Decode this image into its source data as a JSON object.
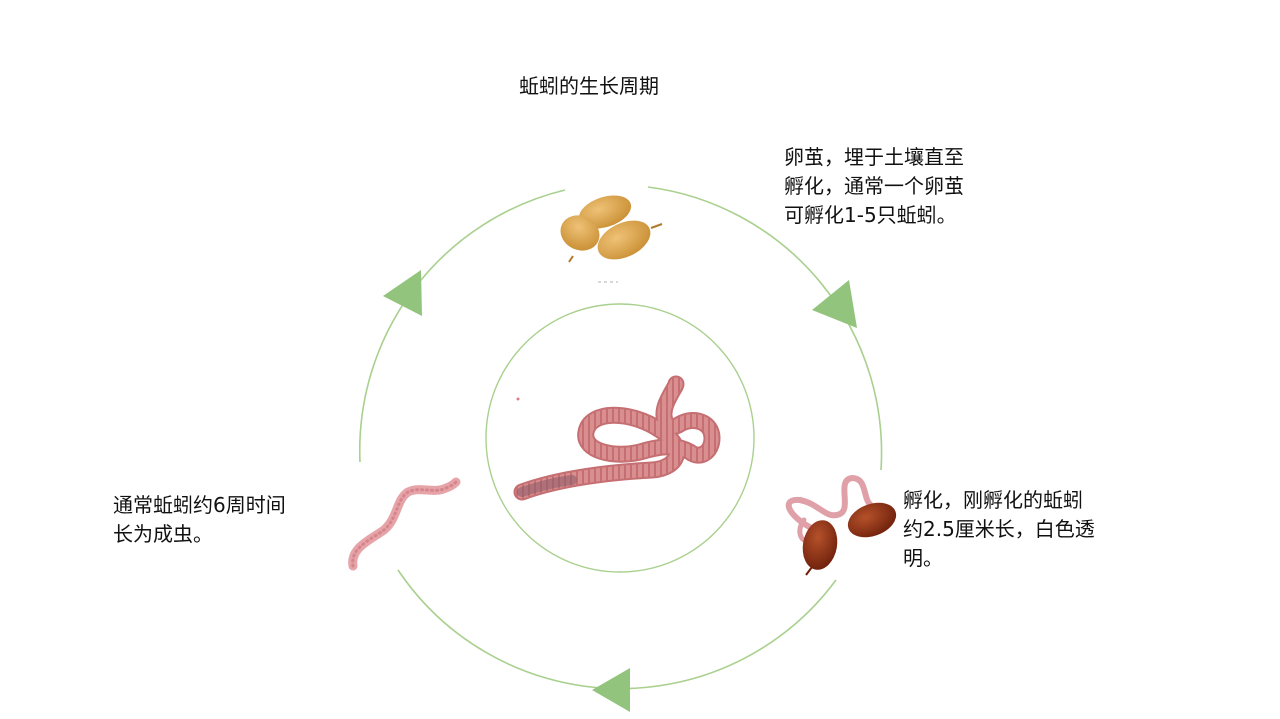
{
  "title": "蚯蚓的生长周期",
  "stages": {
    "cocoon": {
      "caption_lines": [
        "卵茧，埋于土壤直至",
        "孵化，通常一个卵茧",
        "可孵化1-5只蚯蚓。"
      ]
    },
    "hatchling": {
      "caption_lines": [
        "孵化，刚孵化的蚯蚓",
        "约2.5厘米长，白色透",
        "明。"
      ]
    },
    "adult": {
      "caption_lines": [
        "通常蚯蚓约6周时间",
        "长为成虫。"
      ]
    }
  },
  "colors": {
    "cycle_ring": "#a9d08e",
    "arrow": "#93c47d",
    "worm_body": "#d98f8f",
    "cocoon": "#d9a44a",
    "hatch_cocoon": "#8b2d12"
  },
  "icons": [
    "cycle-arrow-icon",
    "cocoon-icon",
    "earthworm-icon",
    "hatchling-icon",
    "young-worm-icon"
  ]
}
